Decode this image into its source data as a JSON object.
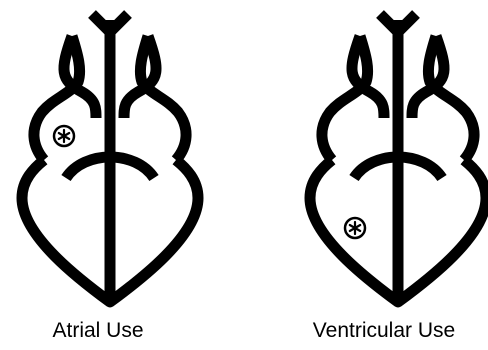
{
  "panels": [
    {
      "caption": "Atrial Use",
      "marker_icon": "asterisk-circle-icon",
      "marker_location": "atrium"
    },
    {
      "caption": "Ventricular Use",
      "marker_icon": "asterisk-circle-icon",
      "marker_location": "ventricle"
    }
  ],
  "colors": {
    "stroke": "#000000",
    "background": "#ffffff"
  }
}
